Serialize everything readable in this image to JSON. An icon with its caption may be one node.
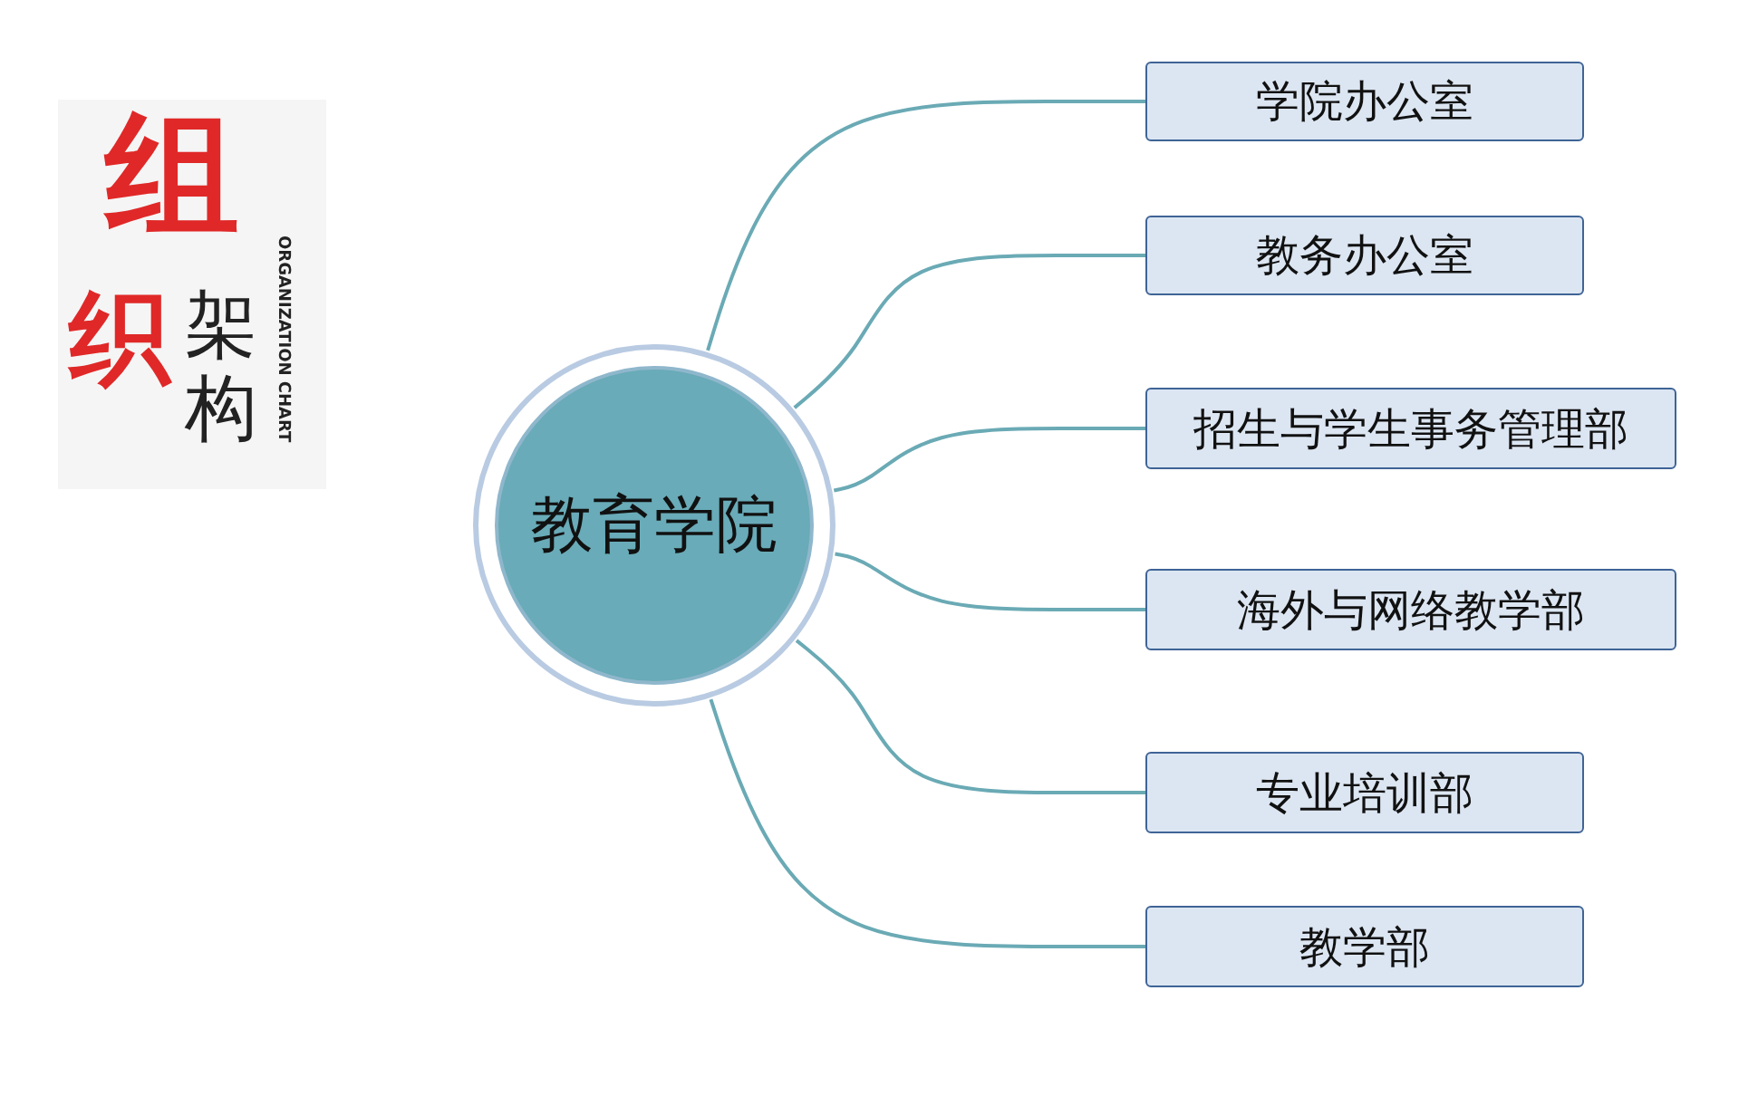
{
  "diagram": {
    "nodes": [
      {
        "text": [
          "教育学院"
        ]
      },
      {
        "text": [
          "学院办公室"
        ]
      },
      {
        "text": [
          "教务办公室"
        ]
      },
      {
        "text": [
          "招生与学生事务管理部"
        ]
      },
      {
        "text": [
          "海外与网络教学部"
        ]
      },
      {
        "text": [
          "专业培训部"
        ]
      },
      {
        "text": [
          "教学部"
        ]
      }
    ],
    "edges": [
      {
        "from": 0,
        "to": 1,
        "arrow": "none"
      },
      {
        "from": 0,
        "to": 2,
        "arrow": "none"
      },
      {
        "from": 0,
        "to": 3,
        "arrow": "none"
      },
      {
        "from": 0,
        "to": 4,
        "arrow": "none"
      },
      {
        "from": 0,
        "to": 5,
        "arrow": "none"
      },
      {
        "from": 0,
        "to": 6,
        "arrow": "none"
      }
    ],
    "labels": [
      "组",
      "织",
      "架",
      "构",
      "ORGANIZATION CHART"
    ]
  }
}
